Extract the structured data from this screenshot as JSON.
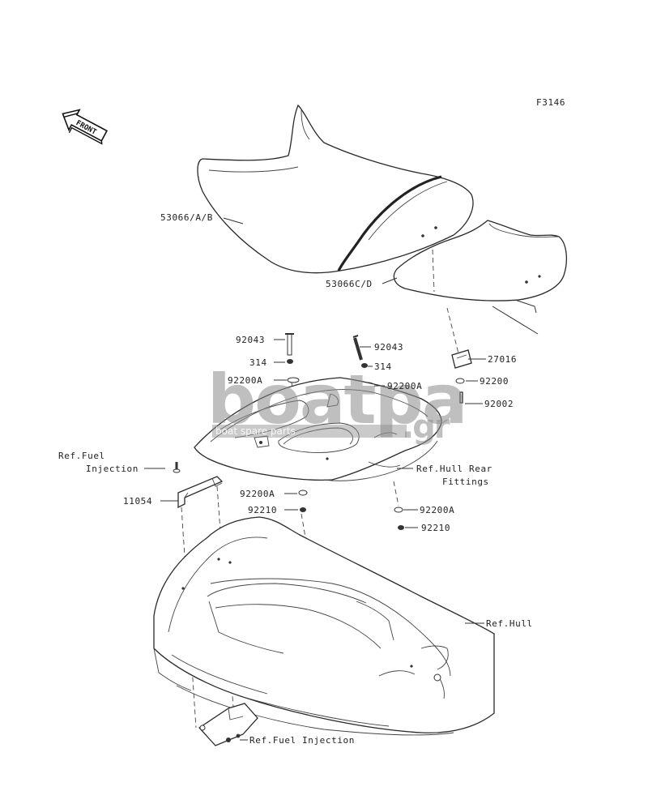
{
  "figure_code": "F3146",
  "front_marker": "FRONT",
  "watermark": {
    "brand": "boatpa",
    "suffix": ".gr",
    "tagline": "boat spare parts"
  },
  "callouts": {
    "seat_front": "53066/A/B",
    "seat_rear": "53066C/D",
    "bolt_left": "92043",
    "collar_left": "314",
    "washer_left": "92200A",
    "bolt_right": "92043",
    "collar_right": "314",
    "washer_right": "92200A",
    "latch": "27016",
    "washer_latch": "92200",
    "bolt_latch": "92002",
    "ref_fuel_injection_top_line1": "Ref.Fuel",
    "ref_fuel_injection_top_line2": "Injection",
    "bracket": "11054",
    "ref_hull_rear_line1": "Ref.Hull Rear",
    "ref_hull_rear_line2": "Fittings",
    "washer_mid_left": "92200A",
    "nut_mid_left": "92210",
    "washer_mid_right": "92200A",
    "nut_mid_right": "92210",
    "ref_hull": "Ref.Hull",
    "ref_fuel_injection_bottom": "Ref.Fuel Injection"
  }
}
